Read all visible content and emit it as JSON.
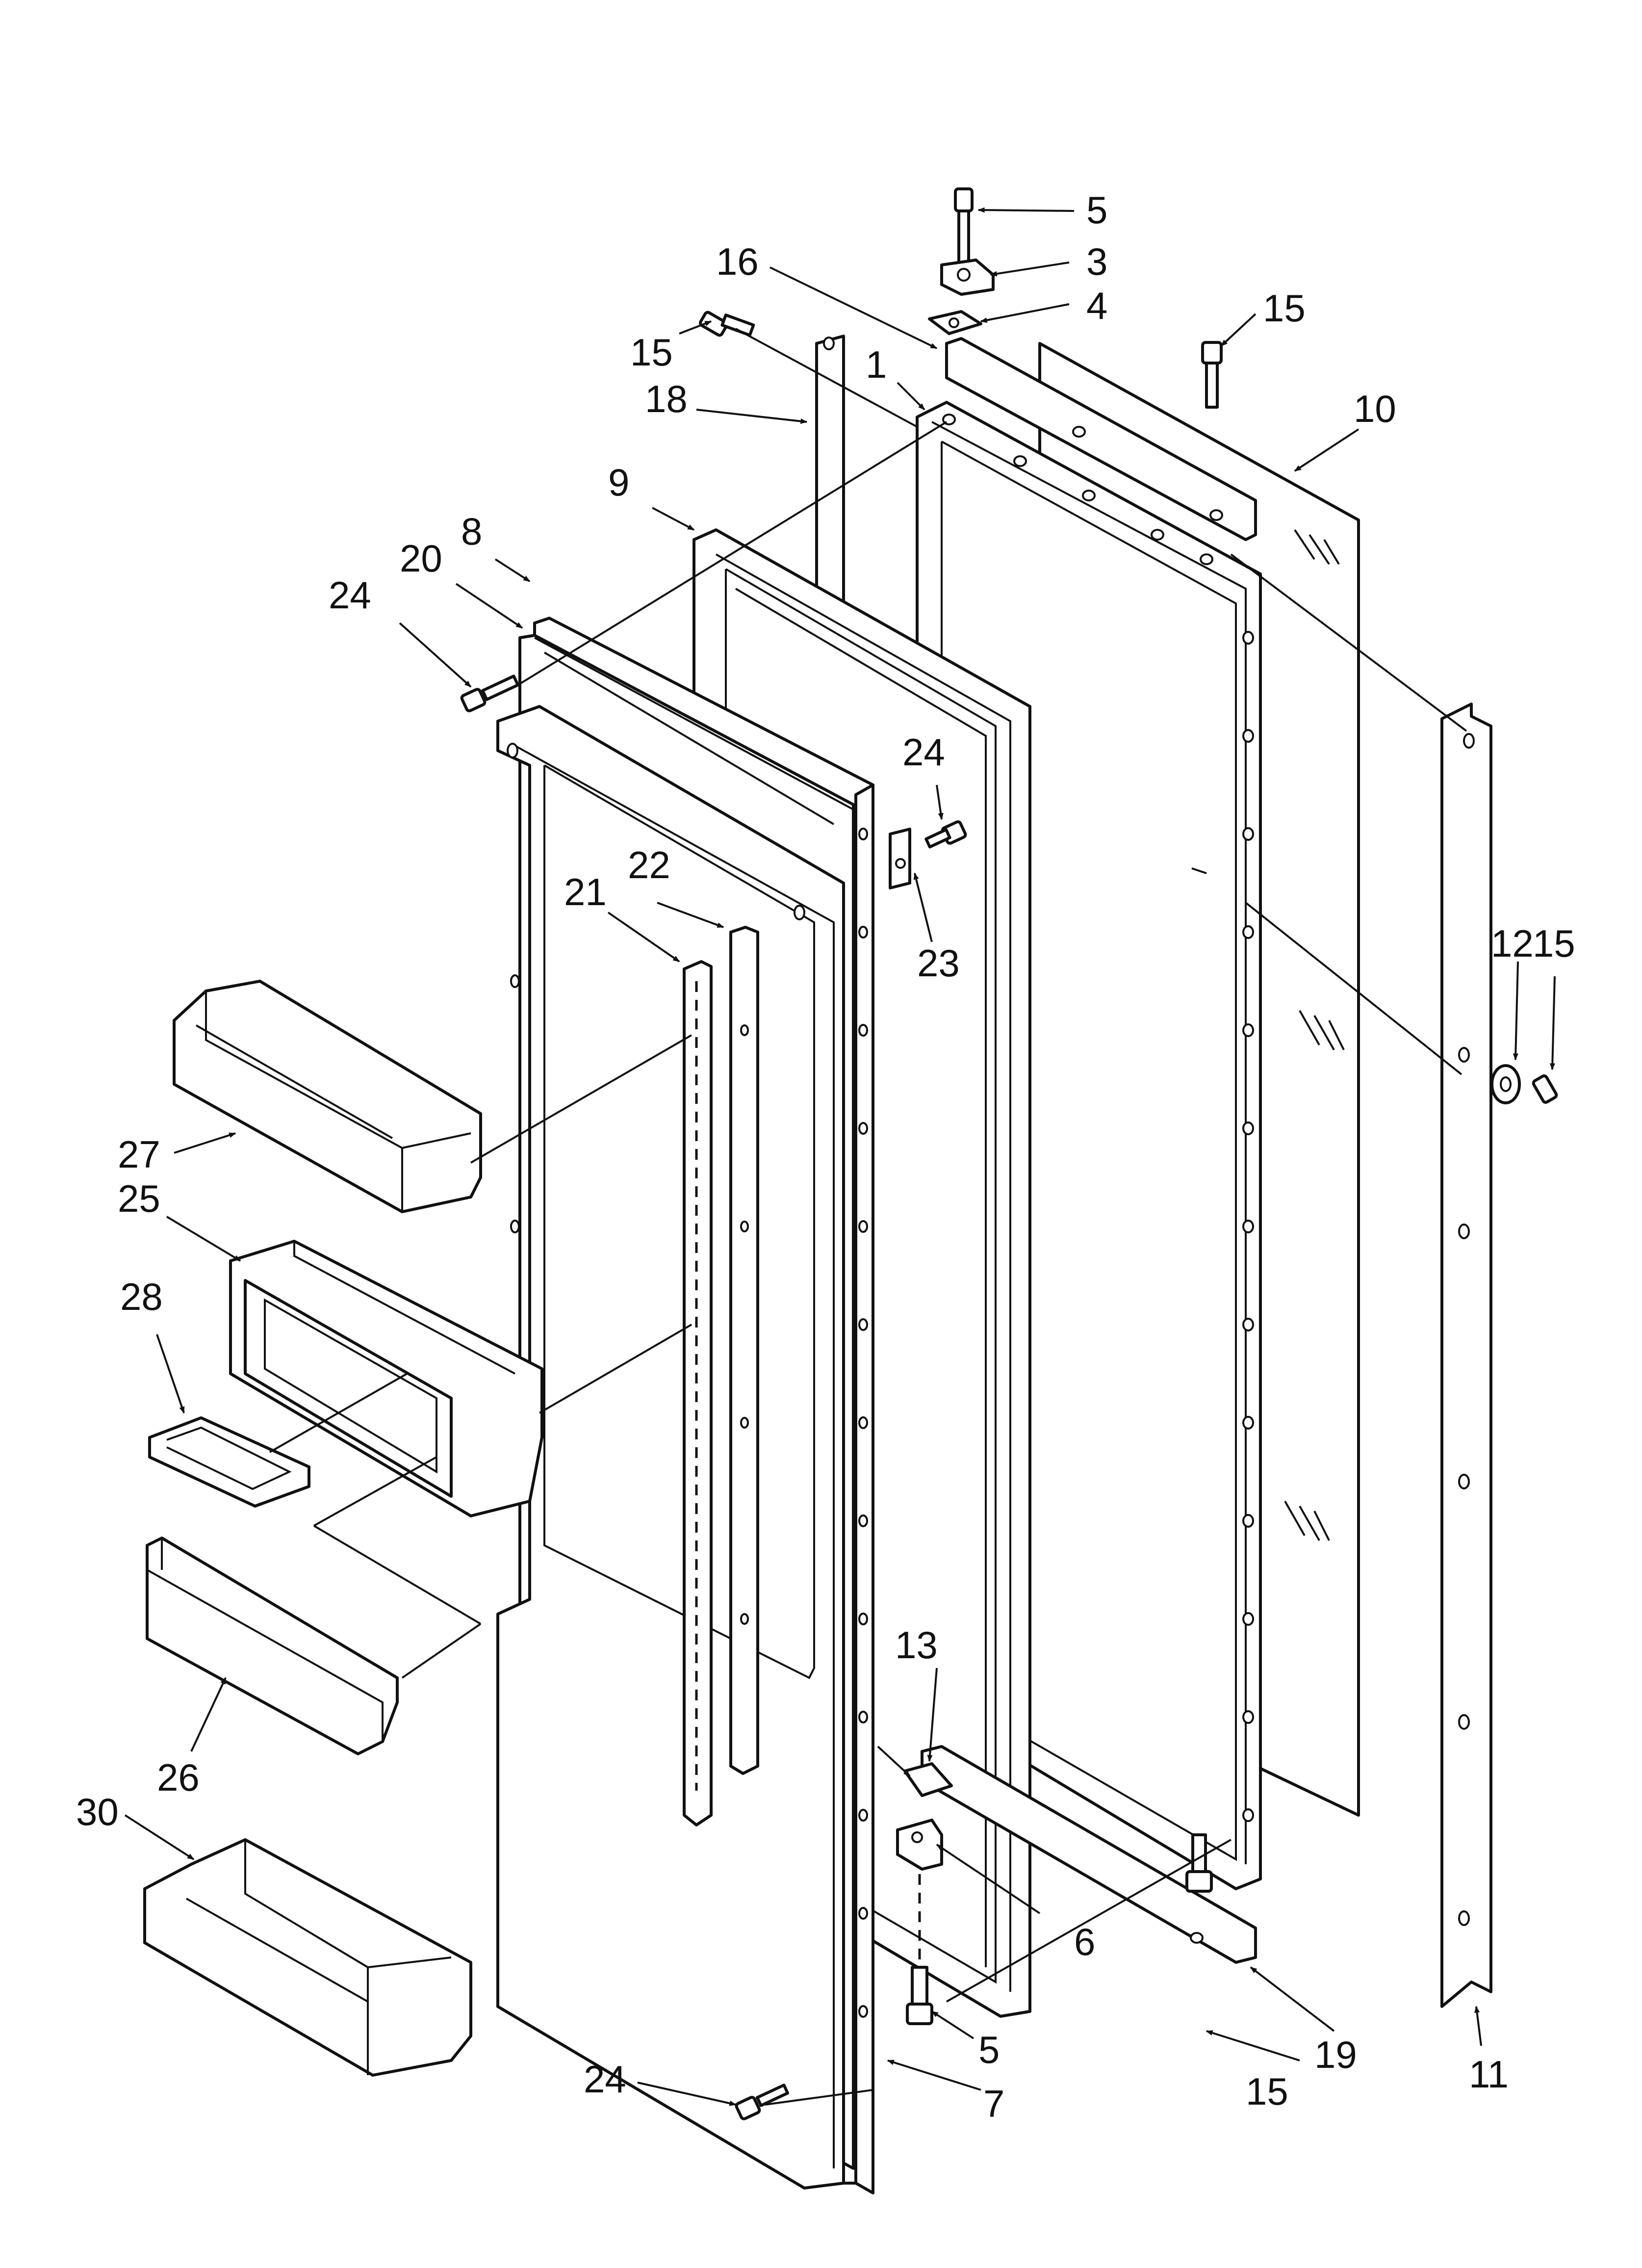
{
  "callouts": [
    "1",
    "3",
    "4",
    "5",
    "6",
    "7",
    "8",
    "9",
    "10",
    "11",
    "12",
    "13",
    "15",
    "16",
    "18",
    "19",
    "20",
    "21",
    "22",
    "23",
    "24",
    "25",
    "26",
    "27",
    "28",
    "30"
  ],
  "colors": {
    "line": "#111111",
    "background": "#ffffff"
  }
}
